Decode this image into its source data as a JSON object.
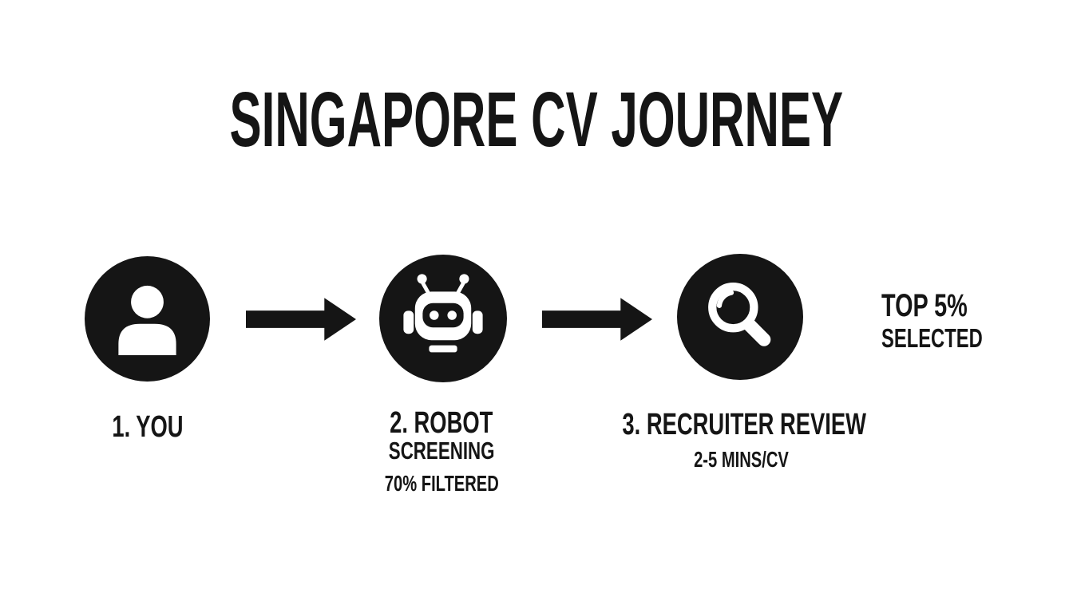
{
  "title": "SINGAPORE CV JOURNEY",
  "colors": {
    "background": "#ffffff",
    "ink": "#151515"
  },
  "steps": [
    {
      "title": "1. YOU",
      "icon": "person-icon"
    },
    {
      "title": "2. ROBOT",
      "subtitle": "SCREENING",
      "note": "70% FILTERED",
      "icon": "robot-icon"
    },
    {
      "title": "3. RECRUITER REVIEW",
      "subtitle": "2-5 MINS/CV",
      "icon": "magnifier-icon"
    }
  ],
  "connectors": [
    {
      "icon": "arrow-icon"
    },
    {
      "icon": "arrow-icon"
    }
  ],
  "outcome": {
    "line1": "TOP 5%",
    "line2": "SELECTED"
  }
}
